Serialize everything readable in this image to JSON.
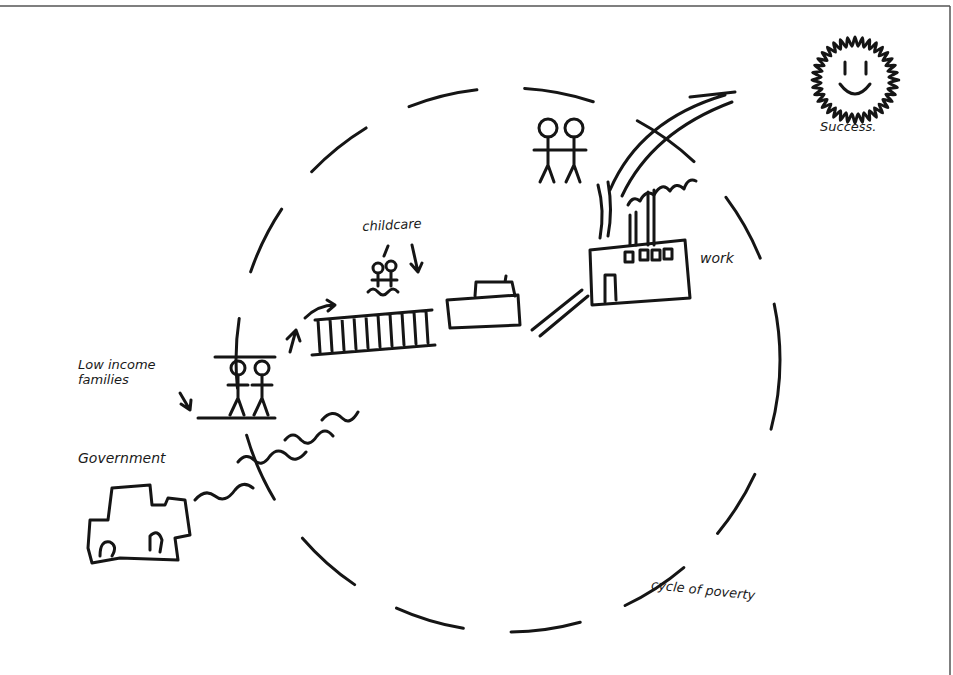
{
  "diagram": {
    "labels": [
      "childcare",
      "Low income families",
      "Government",
      "work",
      "Success.",
      "cycle of poverty"
    ]
  }
}
